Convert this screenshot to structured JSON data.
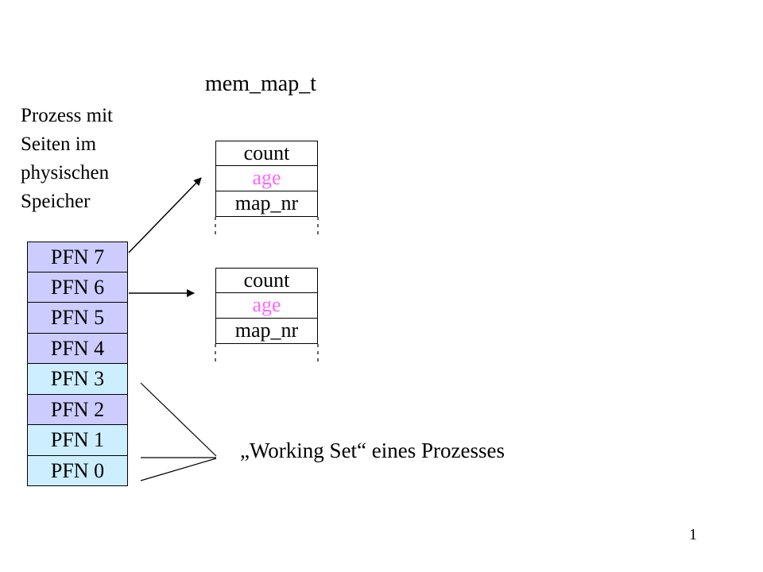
{
  "title": "mem_map_t",
  "description_lines": [
    "Prozess mit",
    "Seiten im",
    "physischen",
    "Speicher"
  ],
  "pfn_frames": [
    {
      "label": "PFN 7",
      "color": "#ccccff"
    },
    {
      "label": "PFN 6",
      "color": "#ccccff"
    },
    {
      "label": "PFN 5",
      "color": "#ccccff"
    },
    {
      "label": "PFN 4",
      "color": "#ccccff"
    },
    {
      "label": "PFN 3",
      "color": "#cceeff"
    },
    {
      "label": "PFN 2",
      "color": "#ccccff"
    },
    {
      "label": "PFN 1",
      "color": "#cceeff"
    },
    {
      "label": "PFN 0",
      "color": "#cceeff"
    }
  ],
  "mem_map_entries": [
    {
      "fields": [
        {
          "label": "count",
          "color": "#000000"
        },
        {
          "label": "age",
          "color": "#ff66ff"
        },
        {
          "label": "map_nr",
          "color": "#000000"
        }
      ]
    },
    {
      "fields": [
        {
          "label": "count",
          "color": "#000000"
        },
        {
          "label": "age",
          "color": "#ff66ff"
        },
        {
          "label": "map_nr",
          "color": "#000000"
        }
      ]
    }
  ],
  "working_set_label": "„Working Set“ eines Prozesses",
  "page_number": "1"
}
